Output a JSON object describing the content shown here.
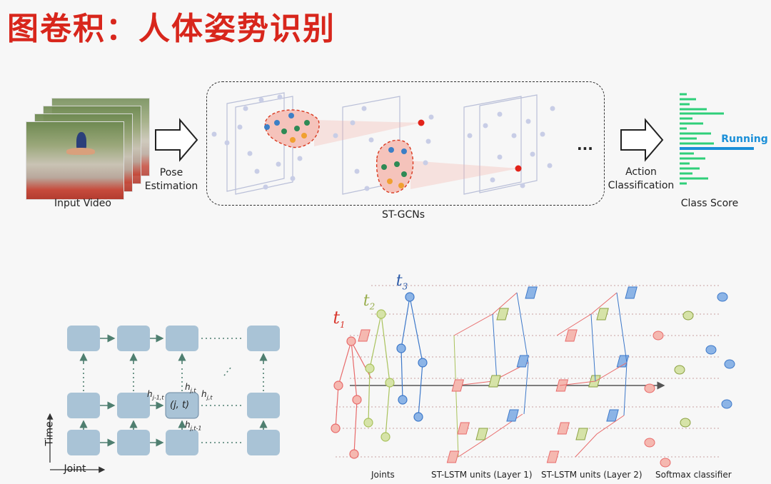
{
  "title": "图卷积：人体姿势识别",
  "pipeline": {
    "input_video": "Input Video",
    "pose_estimation_line1": "Pose",
    "pose_estimation_line2": "Estimation",
    "st_gcns": "ST-GCNs",
    "ellipsis": "...",
    "action_line1": "Action",
    "action_line2": "Classification",
    "class_score": "Class Score",
    "running": "Running"
  },
  "grid_diagram": {
    "node_label": "(j, t)",
    "time_axis": "Time",
    "joint_axis": "Joint",
    "h_left": "h",
    "h_left_sub": "j-1,t",
    "h_top": "h",
    "h_top_sub": "j,t",
    "h_right": "h",
    "h_right_sub": "j,t",
    "h_bottom": "h",
    "h_bottom_sub": "j,t-1",
    "dots": "......"
  },
  "lstm_diagram": {
    "t1": "t",
    "t1_sub": "1",
    "t2": "t",
    "t2_sub": "2",
    "t3": "t",
    "t3_sub": "3",
    "joints": "Joints",
    "layer1": "ST-LSTM units (Layer 1)",
    "layer2": "ST-LSTM units (Layer 2)",
    "softmax": "Softmax classifier"
  },
  "colors": {
    "title": "#d8261c",
    "running": "#1a8fd8",
    "score_bars": "#2fcf7a",
    "t1": "#e86a6a",
    "t2": "#a9c25c",
    "t3": "#3d78c9",
    "grid_node": "#a9c3d6"
  }
}
